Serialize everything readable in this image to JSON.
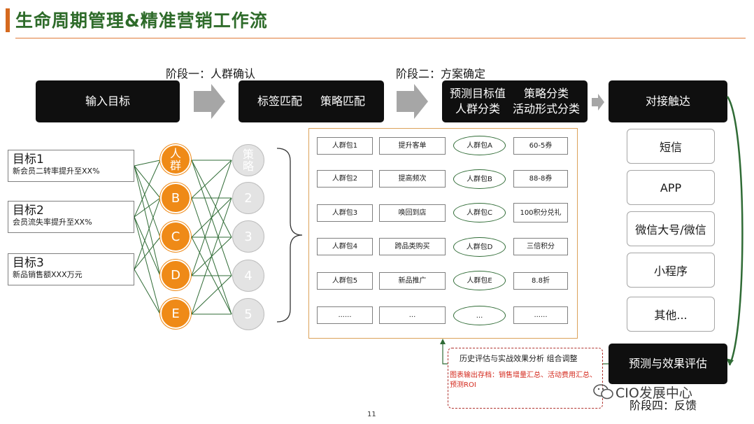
{
  "title": "生命周期管理&精准营销工作流",
  "stages": {
    "stage1": "阶段一：人群确认",
    "stage2": "阶段二：方案确定",
    "stage4": "阶段四：反馈"
  },
  "boxes": {
    "input_goal": "输入目标",
    "tag_match": "标签匹配",
    "strategy_match": "策略匹配",
    "predict_value": "预测目标值",
    "strategy_class": "策略分类",
    "crowd_class": "人群分类",
    "activity_class": "活动形式分类",
    "reach": "对接触达",
    "predict_eval": "预测与效果评估"
  },
  "goals": [
    {
      "title": "目标1",
      "desc": "新会员二转率提升至XX%"
    },
    {
      "title": "目标2",
      "desc": "会员流失率提升至XX%"
    },
    {
      "title": "目标3",
      "desc": "新品销售额XXX万元"
    }
  ],
  "crowd_nodes": [
    "人群",
    "B",
    "C",
    "D",
    "E"
  ],
  "strategy_nodes": [
    "策略",
    "2",
    "3",
    "4",
    "5"
  ],
  "packages": [
    {
      "crowd": "人群包1",
      "action": "提升客单",
      "target": "人群包A",
      "offer": "60-5券"
    },
    {
      "crowd": "人群包2",
      "action": "提高频次",
      "target": "人群包B",
      "offer": "88-8券"
    },
    {
      "crowd": "人群包3",
      "action": "唤回到店",
      "target": "人群包C",
      "offer": "100积分兑礼"
    },
    {
      "crowd": "人群包4",
      "action": "跨品类购买",
      "target": "人群包D",
      "offer": "三倍积分"
    },
    {
      "crowd": "人群包5",
      "action": "新品推广",
      "target": "人群包E",
      "offer": "8.8折"
    },
    {
      "crowd": "......",
      "action": "...",
      "target": "...",
      "offer": "......"
    }
  ],
  "channels": [
    "短信",
    "APP",
    "微信大号/微信",
    "小程序",
    "其他..."
  ],
  "note": {
    "line1": "历史评估与实战效果分析 组合调整",
    "line2": "图表输出存档：销售增量汇总、活动费用汇总、预测ROI"
  },
  "watermark": "CIO发展中心",
  "page_number": "11",
  "colors": {
    "accent_orange": "#ef8a17",
    "title_green": "#2e6b2a",
    "line_green": "#2f6b35",
    "panel_border": "#dba25a",
    "note_red": "#d42a1e"
  }
}
